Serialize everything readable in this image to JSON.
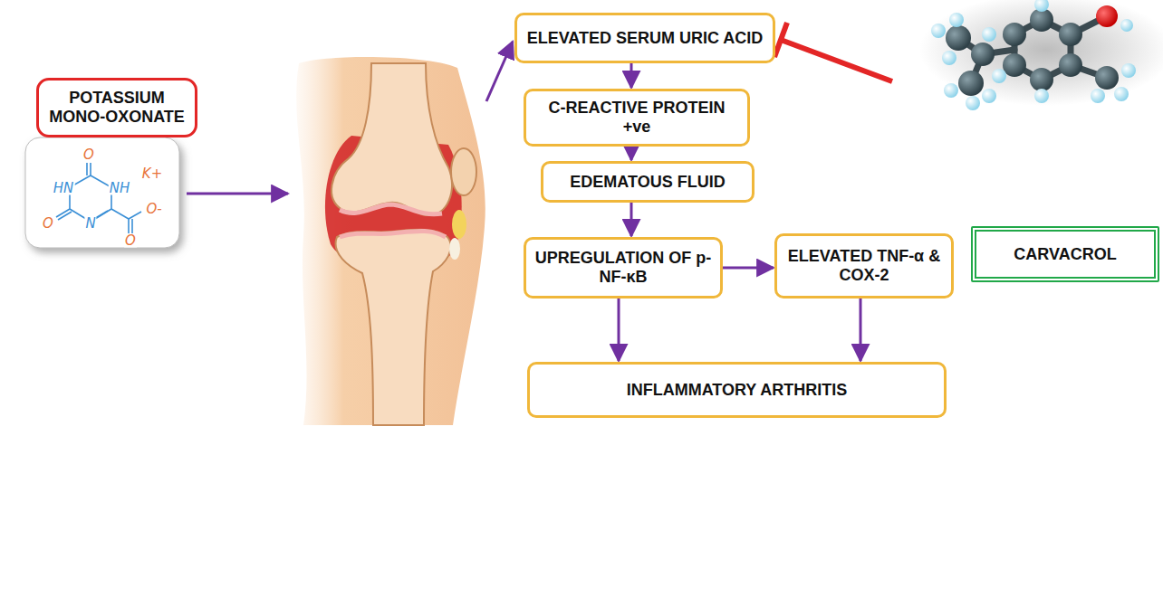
{
  "diagram": {
    "nodes": [
      {
        "text": [
          "POTASSIUM MONO-OXONATE"
        ]
      },
      {
        "text": [
          "ELEVATED SERUM URIC ACID"
        ]
      },
      {
        "text": [
          "C-REACTIVE PROTEIN +ve"
        ]
      },
      {
        "text": [
          "EDEMATOUS FLUID"
        ]
      },
      {
        "text": [
          "UPREGULATION OF p-NF-κB"
        ]
      },
      {
        "text": [
          "ELEVATED TNF-α & COX-2"
        ]
      },
      {
        "text": [
          "INFLAMMATORY ARTHRITIS"
        ]
      },
      {
        "text": [
          "CARVACROL"
        ]
      }
    ],
    "edges": [
      {
        "from": 1,
        "to": 2,
        "arrow": "to"
      },
      {
        "from": 2,
        "to": 3,
        "arrow": "to"
      },
      {
        "from": 3,
        "to": 4,
        "arrow": "to"
      },
      {
        "from": 4,
        "to": 5,
        "arrow": "to"
      },
      {
        "from": 4,
        "to": 6,
        "arrow": "to"
      },
      {
        "from": 5,
        "to": 6,
        "arrow": "to"
      }
    ],
    "labels": [
      "O",
      "HN",
      "NH",
      "K+",
      "O",
      "N",
      "O-",
      "O"
    ]
  }
}
